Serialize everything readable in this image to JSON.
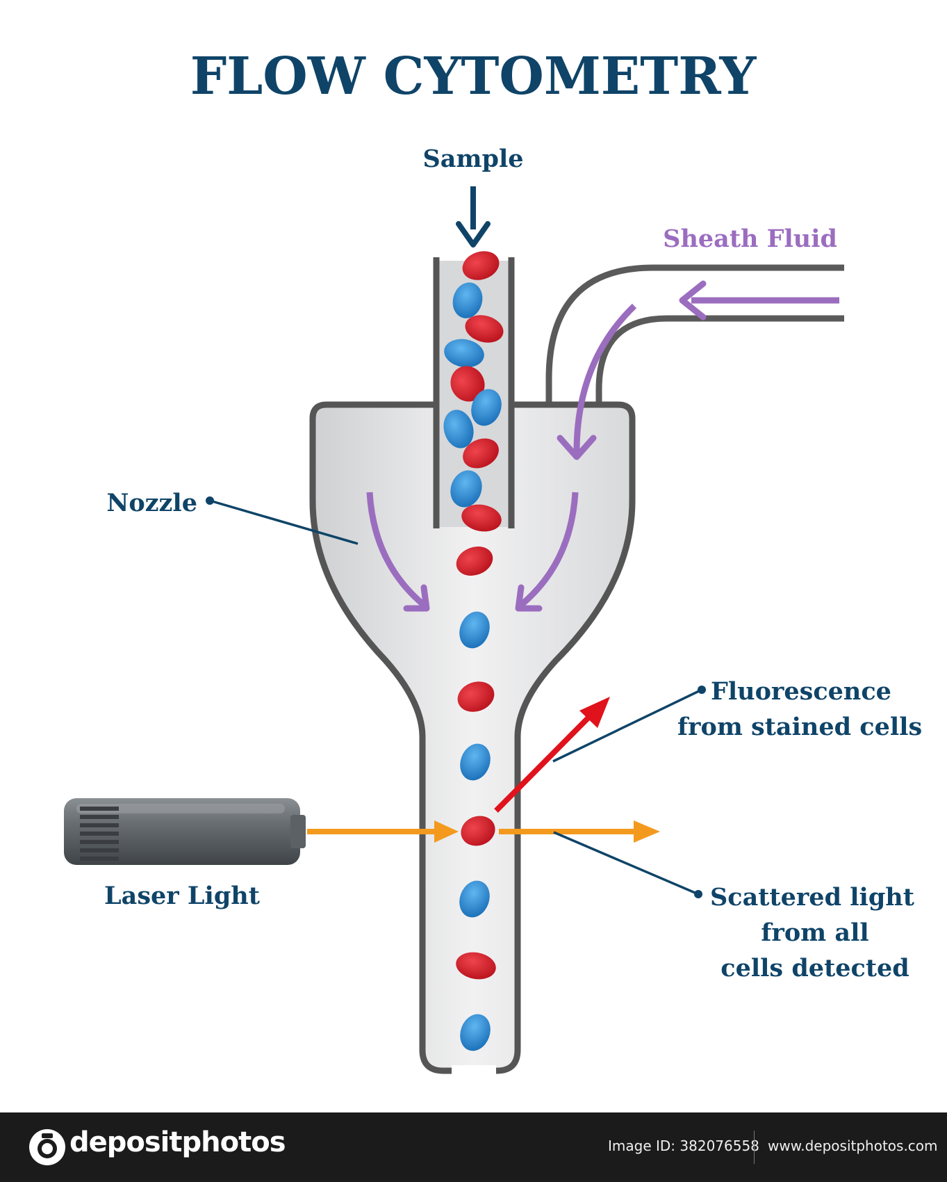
{
  "title": "FLOW CYTOMETRY",
  "labels": {
    "sample": "Sample",
    "sheath_fluid": "Sheath Fluid",
    "nozzle": "Nozzle",
    "fluorescence_line1": "Fluorescence",
    "fluorescence_line2": "from stained cells",
    "laser_light": "Laser Light",
    "scattered_line1": "Scattered light",
    "scattered_line2": "from all",
    "scattered_line3": "cells detected"
  },
  "colors": {
    "text": "#0f4468",
    "sheath": "#9b6dbf",
    "red_cell": "#d2232d",
    "blue_cell": "#2a8fd6",
    "laser_beam": "#f39a1e",
    "fluorescence_arrow": "#e0121c",
    "tube_outline": "#555555"
  },
  "icons": [
    "laser-device-icon",
    "camera-logo-icon"
  ],
  "footer": {
    "brand": "depositphotos",
    "image_id": "Image ID: 382076558",
    "site": "www.depositphotos.com"
  }
}
